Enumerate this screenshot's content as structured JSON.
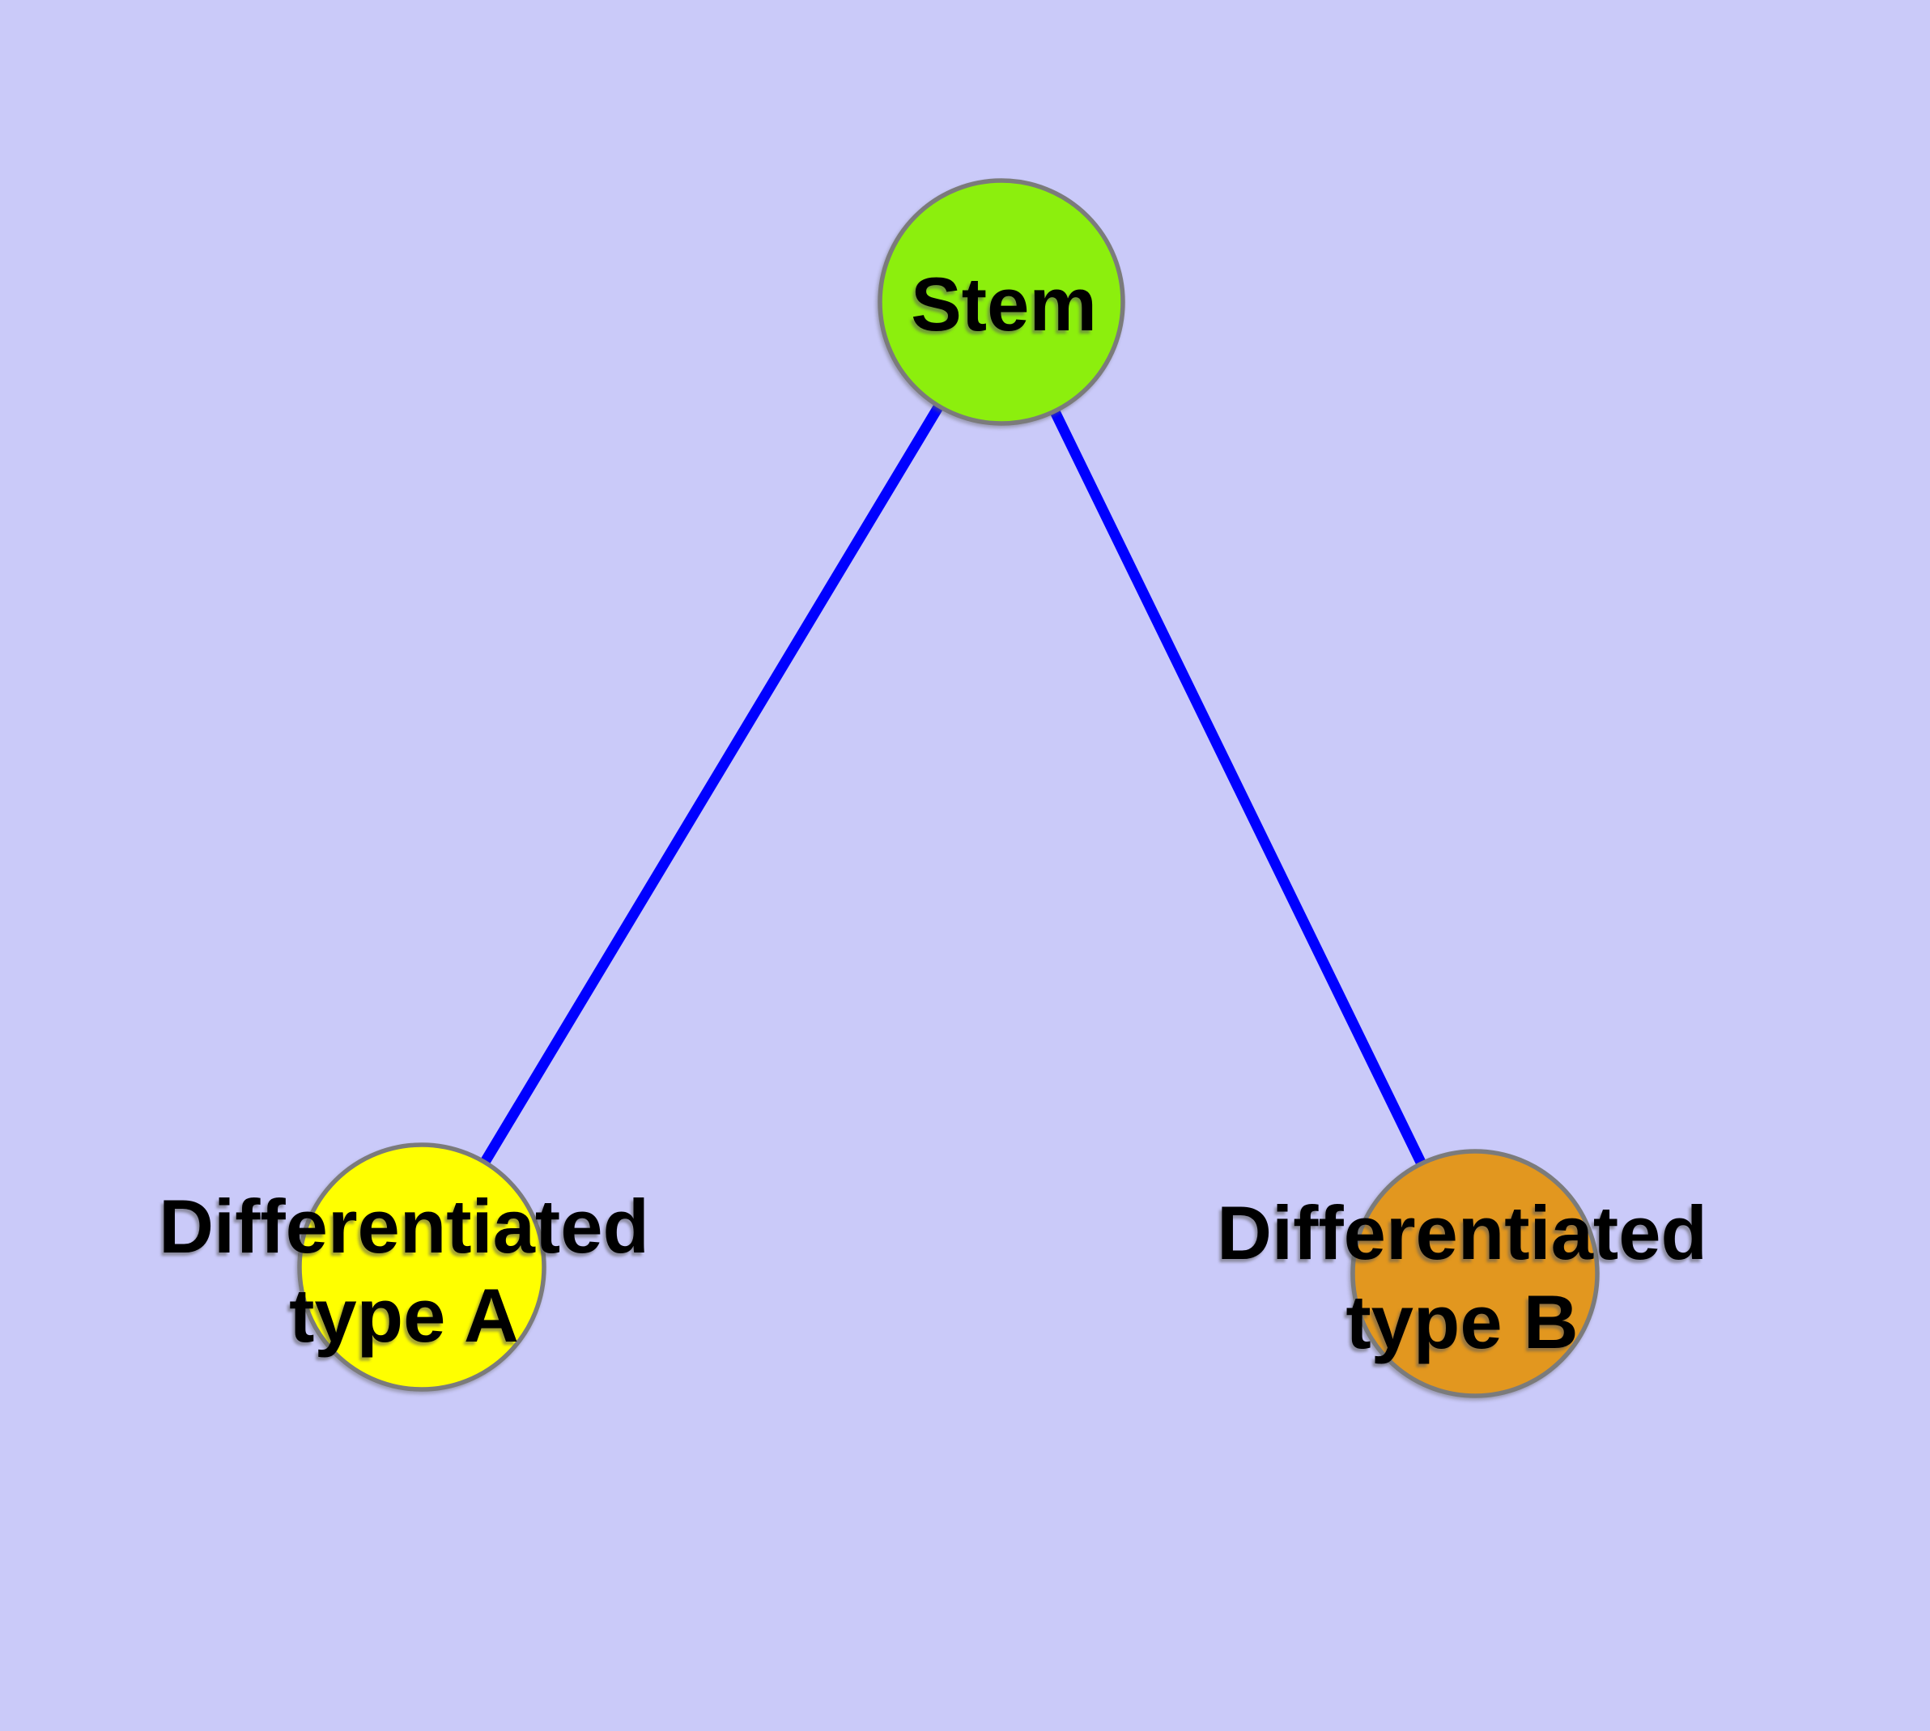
{
  "page": {
    "background_color": "#CACAF9"
  },
  "diagram": {
    "type": "graph",
    "description": "Stem cell differentiation tree with one root node and two child nodes",
    "edge_color": "#0000FF",
    "node_border_color": "#7B7B7B",
    "label_color": "#000000",
    "nodes": [
      {
        "id": "stem",
        "label": "Stem",
        "fill": "#8CEF0D"
      },
      {
        "id": "type-a",
        "label_line1": "Differentiated",
        "label_line2": "type A",
        "fill": "#FFFF00"
      },
      {
        "id": "type-b",
        "label_line1": "Differentiated",
        "label_line2": "type B",
        "fill": "#E2971F"
      }
    ],
    "edges": [
      {
        "from": "Stem",
        "to": "Differentiated type A"
      },
      {
        "from": "Stem",
        "to": "Differentiated type B"
      }
    ]
  }
}
